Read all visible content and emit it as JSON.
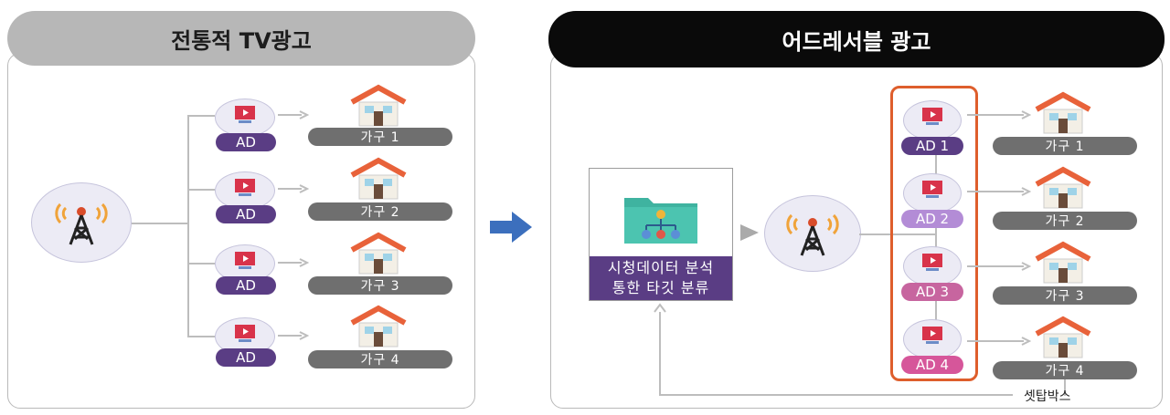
{
  "left_panel": {
    "title": "전통적 TV광고",
    "ad_label": "AD",
    "households": [
      "가구 1",
      "가구 2",
      "가구 3",
      "가구 4"
    ]
  },
  "right_panel": {
    "title": "어드레서블 광고",
    "analysis_label_line1": "시청데이터 분석",
    "analysis_label_line2": "통한 타깃 분류",
    "ads": [
      "AD 1",
      "AD 2",
      "AD 3",
      "AD 4"
    ],
    "households": [
      "가구 1",
      "가구 2",
      "가구 3",
      "가구 4"
    ],
    "settop_label": "셋탑박스"
  },
  "colors": {
    "ad_pill_dark": "#5a3d84",
    "ad_pill_ad2": "#b38cd6",
    "ad_pill_ad3": "#c7659f",
    "ad_pill_ad4": "#d6569a",
    "house_roof": "#e8623a",
    "arrow_blue": "#3c6fbd",
    "orange_frame": "#de5e2c"
  },
  "icons": {
    "tower": "broadcast-tower-icon",
    "tv": "tv-play-icon",
    "house": "house-icon",
    "folder": "data-folder-icon",
    "flow_arrow": "right-arrow-icon"
  }
}
